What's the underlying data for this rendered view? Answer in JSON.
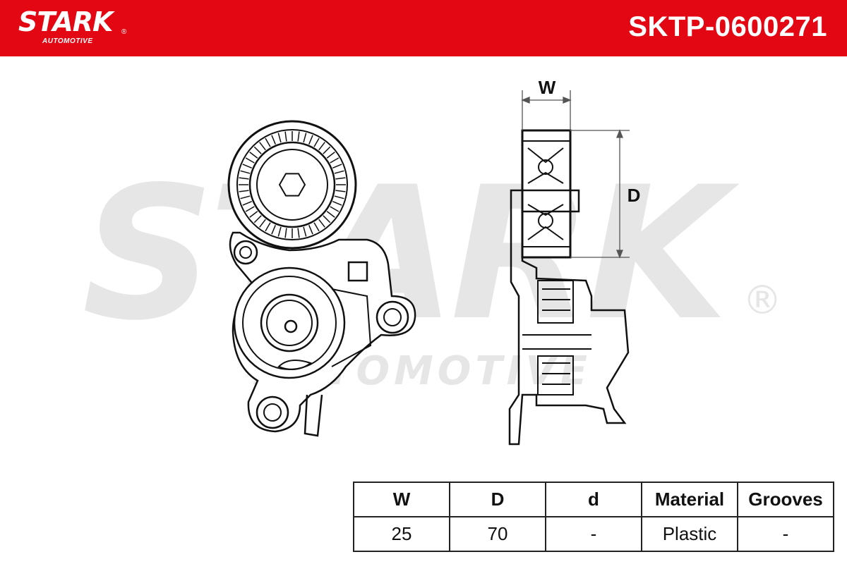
{
  "header": {
    "brand": "STARK",
    "brand_reg": "®",
    "brand_sub": "AUTOMOTIVE",
    "part_number": "SKTP-0600271",
    "color": "#e30613"
  },
  "watermark": {
    "text": "STARK",
    "sub": "AUTOMOTIVE",
    "reg": "®",
    "color": "#e6e6e6"
  },
  "dimensions": {
    "w_label": "W",
    "d_label": "D"
  },
  "table": {
    "headers": [
      "W",
      "D",
      "d",
      "Material",
      "Grooves"
    ],
    "values": [
      "25",
      "70",
      "-",
      "Plastic",
      "-"
    ]
  }
}
